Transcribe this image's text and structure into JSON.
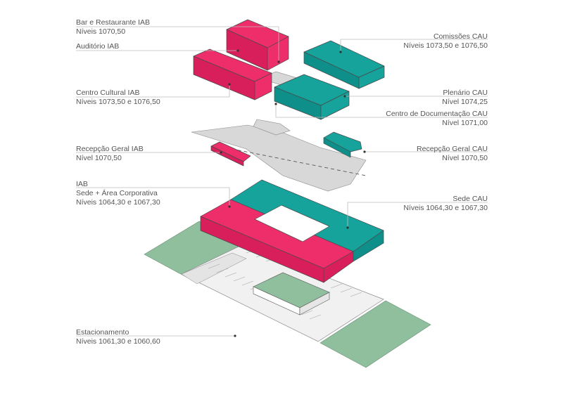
{
  "labels": {
    "bar_restaurante": {
      "name": "Bar e Restaurante IAB",
      "levels": "Níveis 1070,50"
    },
    "auditorio": {
      "name": "Auditório IAB"
    },
    "centro_cultural": {
      "name": "Centro Cultural IAB",
      "levels": "Níveis 1073,50 e 1076,50"
    },
    "recepcao_iab": {
      "name": "Recepção Geral IAB",
      "levels": "Nível 1070,50"
    },
    "iab_sede": {
      "name": "IAB",
      "subtitle": "Sede + Área Corporativa",
      "levels": "Níveis 1064,30 e 1067,30"
    },
    "estacionamento": {
      "name": "Estacionamento",
      "levels": "Níveis 1061,30 e 1060,60"
    },
    "comissoes_cau": {
      "name": "Comissões CAU",
      "levels": "Níveis 1073,50 e 1076,50"
    },
    "plenario_cau": {
      "name": "Plenário CAU",
      "levels": "Nível 1074,25"
    },
    "centro_documentacao": {
      "name": "Centro de Documentação CAU",
      "levels": "Nível 1071,00"
    },
    "recepcao_cau": {
      "name": "Recepção Geral CAU",
      "levels": "Nível 1070,50"
    },
    "sede_cau": {
      "name": "Sede CAU",
      "levels": "Níveis 1064,30 e 1067,30"
    }
  },
  "colors": {
    "iab": "#ee2d6b",
    "cau": "#16a39c",
    "green_area": "#8fbf9d",
    "gray_floor": "#d8d8d8"
  }
}
